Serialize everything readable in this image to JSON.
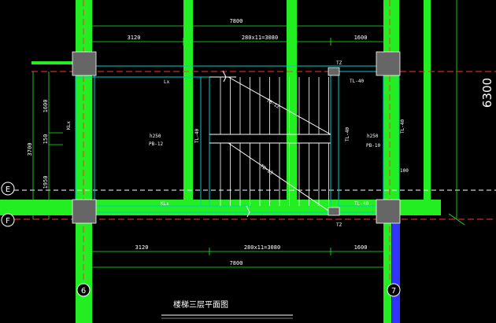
{
  "dimensions": {
    "top_total": "7800",
    "top_left": "3120",
    "top_mid": "280x11=3080",
    "top_right": "1600",
    "bottom_left": "3120",
    "bottom_mid": "280x11=3080",
    "bottom_right": "1600",
    "bottom_total": "7800",
    "left_total": "3700",
    "left_upper": "1600",
    "left_mid": "150",
    "left_lower": "1950",
    "right_total": "6300",
    "right_partial": "100"
  },
  "labels": {
    "lx": "Lx",
    "klx_left": "KLx",
    "klx_bottom": "KLx",
    "tz_top": "TZ",
    "tz_bottom": "TZ",
    "tl40_top": "TL-40",
    "tl40_bottom": "TL-40",
    "tl40_left": "TL-40",
    "tl40_mid": "TL-40",
    "tl40_right": "TL-40",
    "tb_upper": "TB-12",
    "tb_lower": "TB-13",
    "slab_left_1": "h250",
    "slab_left_2": "PB-12",
    "slab_right_1": "h250",
    "slab_right_2": "PB-10"
  },
  "axes": {
    "e": "E",
    "f": "F",
    "six": "6",
    "seven": "7"
  },
  "title": "楼梯三层平面图",
  "colors": {
    "wall": "#22ee22",
    "beam": "#00cccc",
    "line": "#ffffff",
    "column": "#666666",
    "axis_line": "#ff3333",
    "blue": "#3333ff",
    "dim_line": "#22ee22"
  }
}
